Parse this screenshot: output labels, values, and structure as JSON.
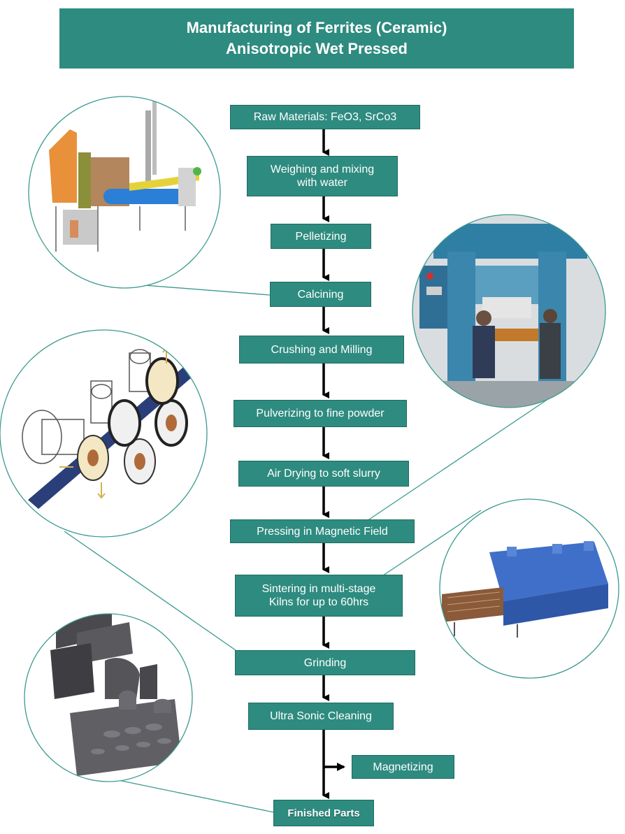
{
  "title": {
    "line1": "Manufacturing of Ferrites (Ceramic)",
    "line2": "Anisotropic Wet Pressed"
  },
  "steps": {
    "raw": "Raw Materials: FeO3, SrCo3",
    "weighing_1": "Weighing and mixing",
    "weighing_2": "with water",
    "pelletizing": "Pelletizing",
    "calcining": "Calcining",
    "crushing": "Crushing and Milling",
    "pulverizing": "Pulverizing to fine powder",
    "air_drying": "Air Drying to soft slurry",
    "pressing": "Pressing in Magnetic Field",
    "sintering_1": "Sintering in multi-stage",
    "sintering_2": "Kilns for up to 60hrs",
    "grinding": "Grinding",
    "cleaning": "Ultra Sonic Cleaning",
    "magnetizing": "Magnetizing",
    "finished": "Finished Parts"
  },
  "illustrations": [
    "calcining-plant-illustration",
    "magnetic-press-photo",
    "grinding-machine-illustration",
    "sintering-kiln-photo",
    "finished-ferrite-parts-photo"
  ],
  "colors": {
    "box_fill": "#2e8b7f",
    "text": "#ffffff",
    "arrow": "#000000",
    "connector": "#3a9a8e"
  }
}
